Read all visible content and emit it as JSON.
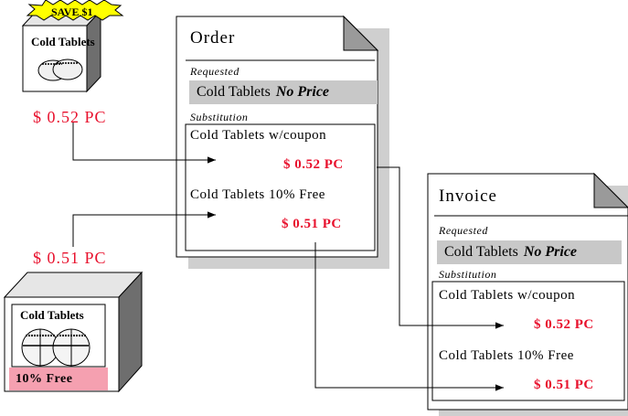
{
  "order": {
    "title": "Order",
    "requested_label": "Requested",
    "requested_item": "Cold Tablets",
    "requested_price": "No Price",
    "substitution_label": "Substitution",
    "items": [
      {
        "name": "Cold Tablets w/coupon",
        "price": "$ 0.52   PC"
      },
      {
        "name": "Cold Tablets 10% Free",
        "price": "$ 0.51   PC"
      }
    ]
  },
  "invoice": {
    "title": "Invoice",
    "requested_label": "Requested",
    "requested_item": "Cold Tablets",
    "requested_price": "No Price",
    "substitution_label": "Substitution",
    "items": [
      {
        "name": "Cold Tablets w/coupon",
        "price": "$ 0.52  PC"
      },
      {
        "name": "Cold Tablets  10% Free",
        "price": "$ 0.51  PC"
      }
    ]
  },
  "products": [
    {
      "name": "Cold Tablets",
      "banner": "SAVE $1",
      "price": "$ 0.52   PC"
    },
    {
      "name": "Cold Tablets",
      "badge": "10%  Free",
      "price": "$ 0.51   PC"
    }
  ],
  "colors": {
    "price_red": "#e8112d",
    "requested_bg": "#c8c8c8",
    "badge_pink": "#f5a0b0",
    "banner_yellow": "#ffff00"
  }
}
